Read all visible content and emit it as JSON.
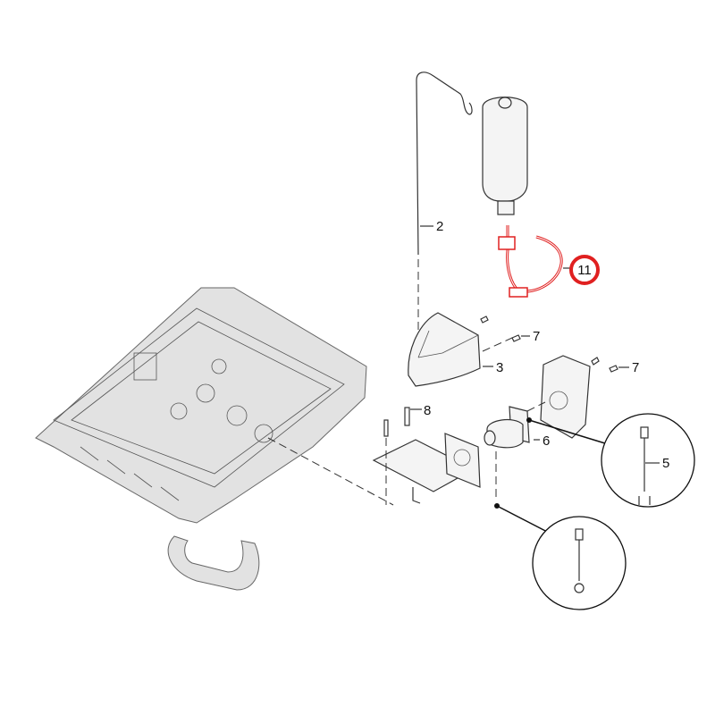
{
  "diagram": {
    "callouts": {
      "pole": "2",
      "cover": "3",
      "cable_detail": "5",
      "pump": "6",
      "screw_top": "7",
      "screw_right": "7",
      "bolt": "8",
      "tubing_highlighted": "11"
    },
    "highlight_color": "#e02020"
  }
}
